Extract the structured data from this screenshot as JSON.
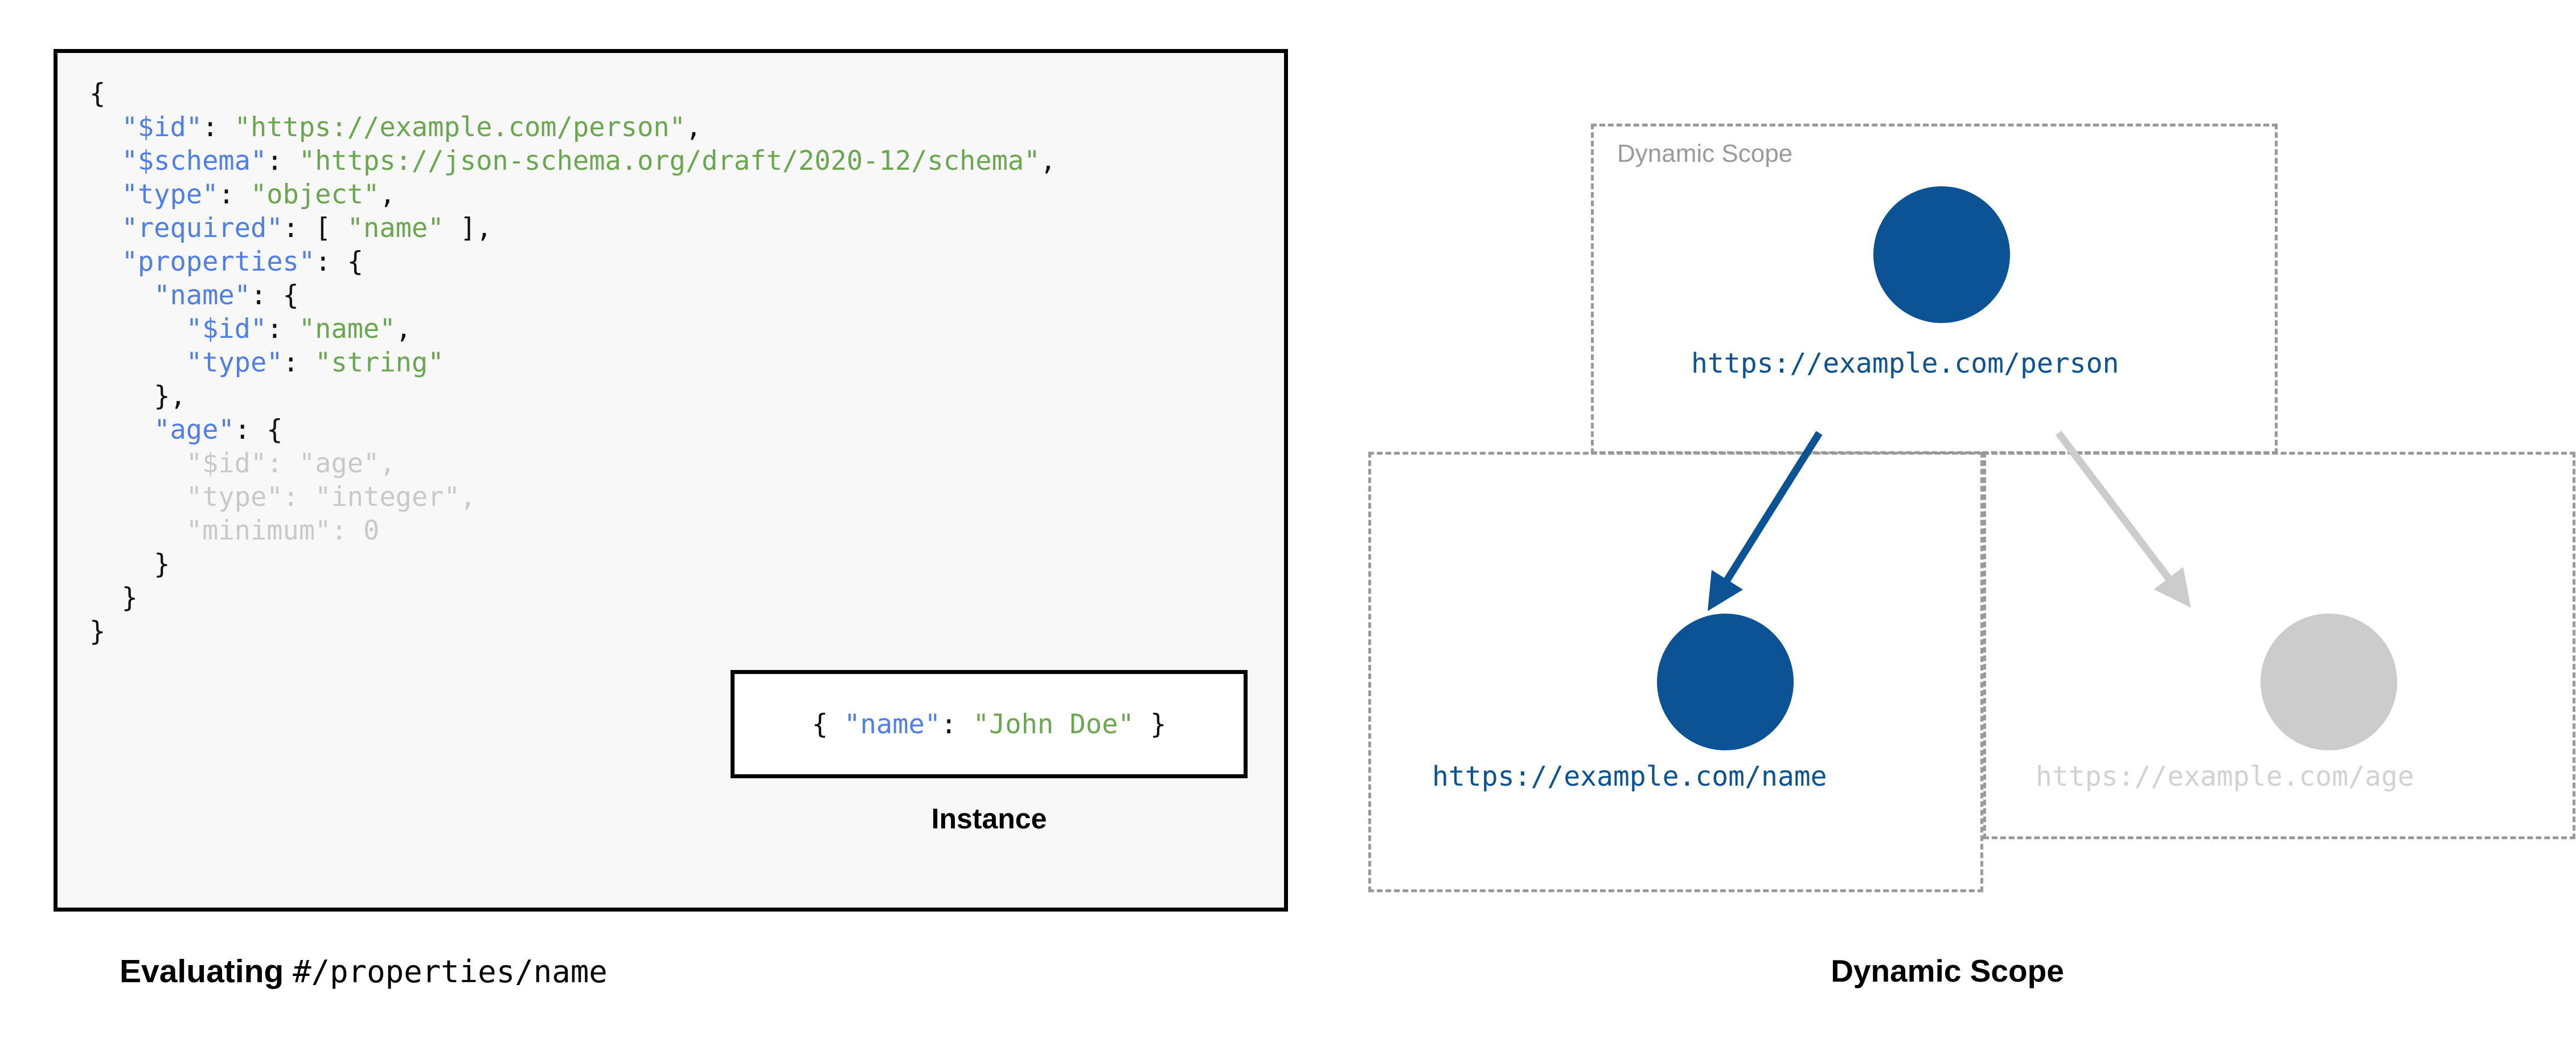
{
  "schema_panel": {
    "background": "#f8f8f8",
    "border_color": "#000000",
    "key_color": "#4e7fec",
    "string_color": "#6aa84f",
    "dim_color": "#c9c9c9",
    "lines": [
      "{",
      "  \"$id\": \"https://example.com/person\",",
      "  \"$schema\": \"https://json-schema.org/draft/2020-12/schema\",",
      "  \"type\": \"object\",",
      "  \"required\": [ \"name\" ],",
      "  \"properties\": {",
      "    \"name\": {",
      "      \"$id\": \"name\",",
      "      \"type\": \"string\"",
      "    },",
      "    \"age\": {",
      "      \"$id\": \"age\",",
      "      \"type\": \"integer\",",
      "      \"minimum\": 0",
      "    }",
      "  }",
      "}"
    ],
    "tokens": {
      "id_key": "\"$id\"",
      "id_value": "\"https://example.com/person\"",
      "schema_key": "\"$schema\"",
      "schema_value": "\"https://json-schema.org/draft/2020-12/schema\"",
      "type_key": "\"type\"",
      "type_value_object": "\"object\"",
      "required_key": "\"required\"",
      "required_value": "\"name\"",
      "properties_key": "\"properties\"",
      "name_key": "\"name\"",
      "name_id_value": "\"name\"",
      "name_type_value": "\"string\"",
      "age_key": "\"age\"",
      "age_id_value": "\"age\"",
      "age_type_value": "\"integer\"",
      "minimum_key": "\"minimum\"",
      "minimum_value": "0"
    }
  },
  "instance": {
    "code": "{ \"name\": \"John Doe\" }",
    "key": "\"name\"",
    "value": "\"John Doe\"",
    "caption": "Instance"
  },
  "captions": {
    "left_label": "Evaluating ",
    "left_pointer": "#/properties/name",
    "right": "Dynamic Scope"
  },
  "diagram": {
    "scope_label": "Dynamic Scope",
    "accent_blue": "#0b5394",
    "muted_gray": "#cccccc",
    "dash_color": "#9a9a9a",
    "nodes": [
      {
        "id": "person",
        "label": "https://example.com/person",
        "state": "active"
      },
      {
        "id": "name",
        "label": "https://example.com/name",
        "state": "active"
      },
      {
        "id": "age",
        "label": "https://example.com/age",
        "state": "muted"
      }
    ],
    "edges": [
      {
        "from": "person",
        "to": "name",
        "state": "active"
      },
      {
        "from": "person",
        "to": "age",
        "state": "muted"
      }
    ]
  }
}
